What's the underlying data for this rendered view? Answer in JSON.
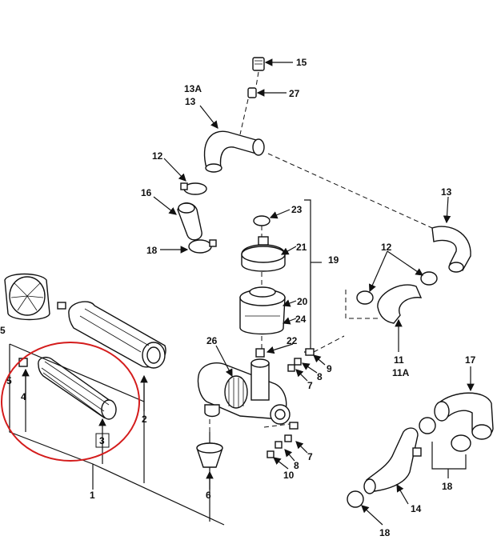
{
  "callouts": {
    "c15": "15",
    "c27": "27",
    "c13A": "13A",
    "c13a": "13",
    "c12a": "12",
    "c16": "16",
    "c18a": "18",
    "c23": "23",
    "c21": "21",
    "c19": "19",
    "c20": "20",
    "c24": "24",
    "c22": "22",
    "c13b": "13",
    "c12b": "12",
    "c11": "11",
    "c11A": "11A",
    "c5a": "5",
    "c5b": "5",
    "c4": "4",
    "c3": "3",
    "c2": "2",
    "c1": "1",
    "c26": "26",
    "c9": "9",
    "c8a": "8",
    "c7a": "7",
    "c7b": "7",
    "c8b": "8",
    "c10": "10",
    "c6": "6",
    "c17": "17",
    "c18b": "18",
    "c14": "14",
    "c18c": "18"
  },
  "highlight": {
    "target_callout": "3",
    "color": "#d41c1c"
  }
}
